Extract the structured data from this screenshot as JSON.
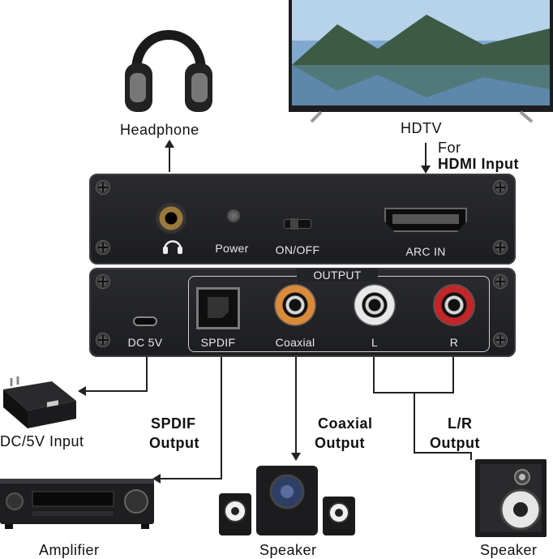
{
  "devices": {
    "headphone": "Headphone",
    "hdtv": "HDTV",
    "hdmi_for": "For",
    "hdmi_input": "HDMI Input",
    "dc_input": "DC/5V Input",
    "amplifier": "Amplifier",
    "speaker_left": "Speaker",
    "speaker_right": "Speaker"
  },
  "top_panel": {
    "power": "Power",
    "on_off": "ON/OFF",
    "arc_in": "ARC IN"
  },
  "bottom_panel": {
    "dc5v": "DC 5V",
    "output": "OUTPUT",
    "spdif": "SPDIF",
    "coaxial": "Coaxial",
    "left": "L",
    "right": "R"
  },
  "outputs": {
    "spdif_l1": "SPDIF",
    "spdif_l2": "Output",
    "coaxial_l1": "Coaxial",
    "coaxial_l2": "Output",
    "lr_l1": "L/R",
    "lr_l2": "Output"
  },
  "colors": {
    "panel": "#222326",
    "coaxial_ring": "#d98a3a",
    "left_ring": "#e8e8e8",
    "right_ring": "#c0262a"
  }
}
